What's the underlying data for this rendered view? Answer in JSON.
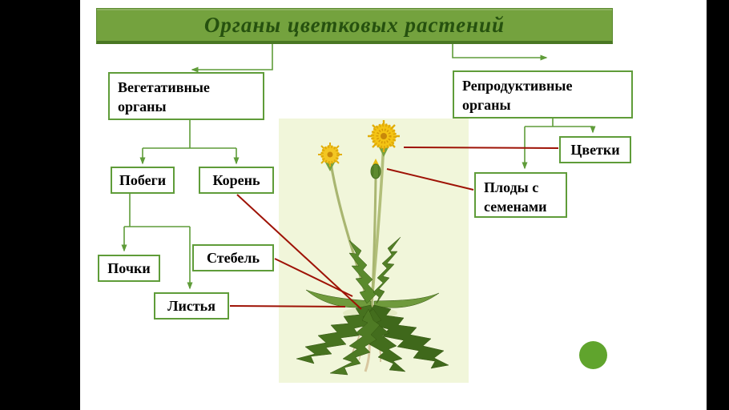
{
  "title": "Органы цветковых растений",
  "boxes": {
    "vegetative": [
      "Вегетативные",
      "органы"
    ],
    "reproductive": [
      "Репродуктивные",
      "органы"
    ],
    "shoots": "Побеги",
    "root": "Корень",
    "buds": "Почки",
    "stem": "Стебель",
    "leaves": "Листья",
    "flowers": "Цветки",
    "fruits": [
      "Плоды с",
      "семенами"
    ]
  },
  "illustration": "dandelion-plant",
  "colors": {
    "banner_fill": "#74a23e",
    "banner_text": "#26510f",
    "box_border": "#5f9c39",
    "connector_green": "#5f9c39",
    "connector_red": "#9e1205",
    "accent_circle": "#60a42d",
    "plant_panel_bg": "#f1f6da"
  }
}
